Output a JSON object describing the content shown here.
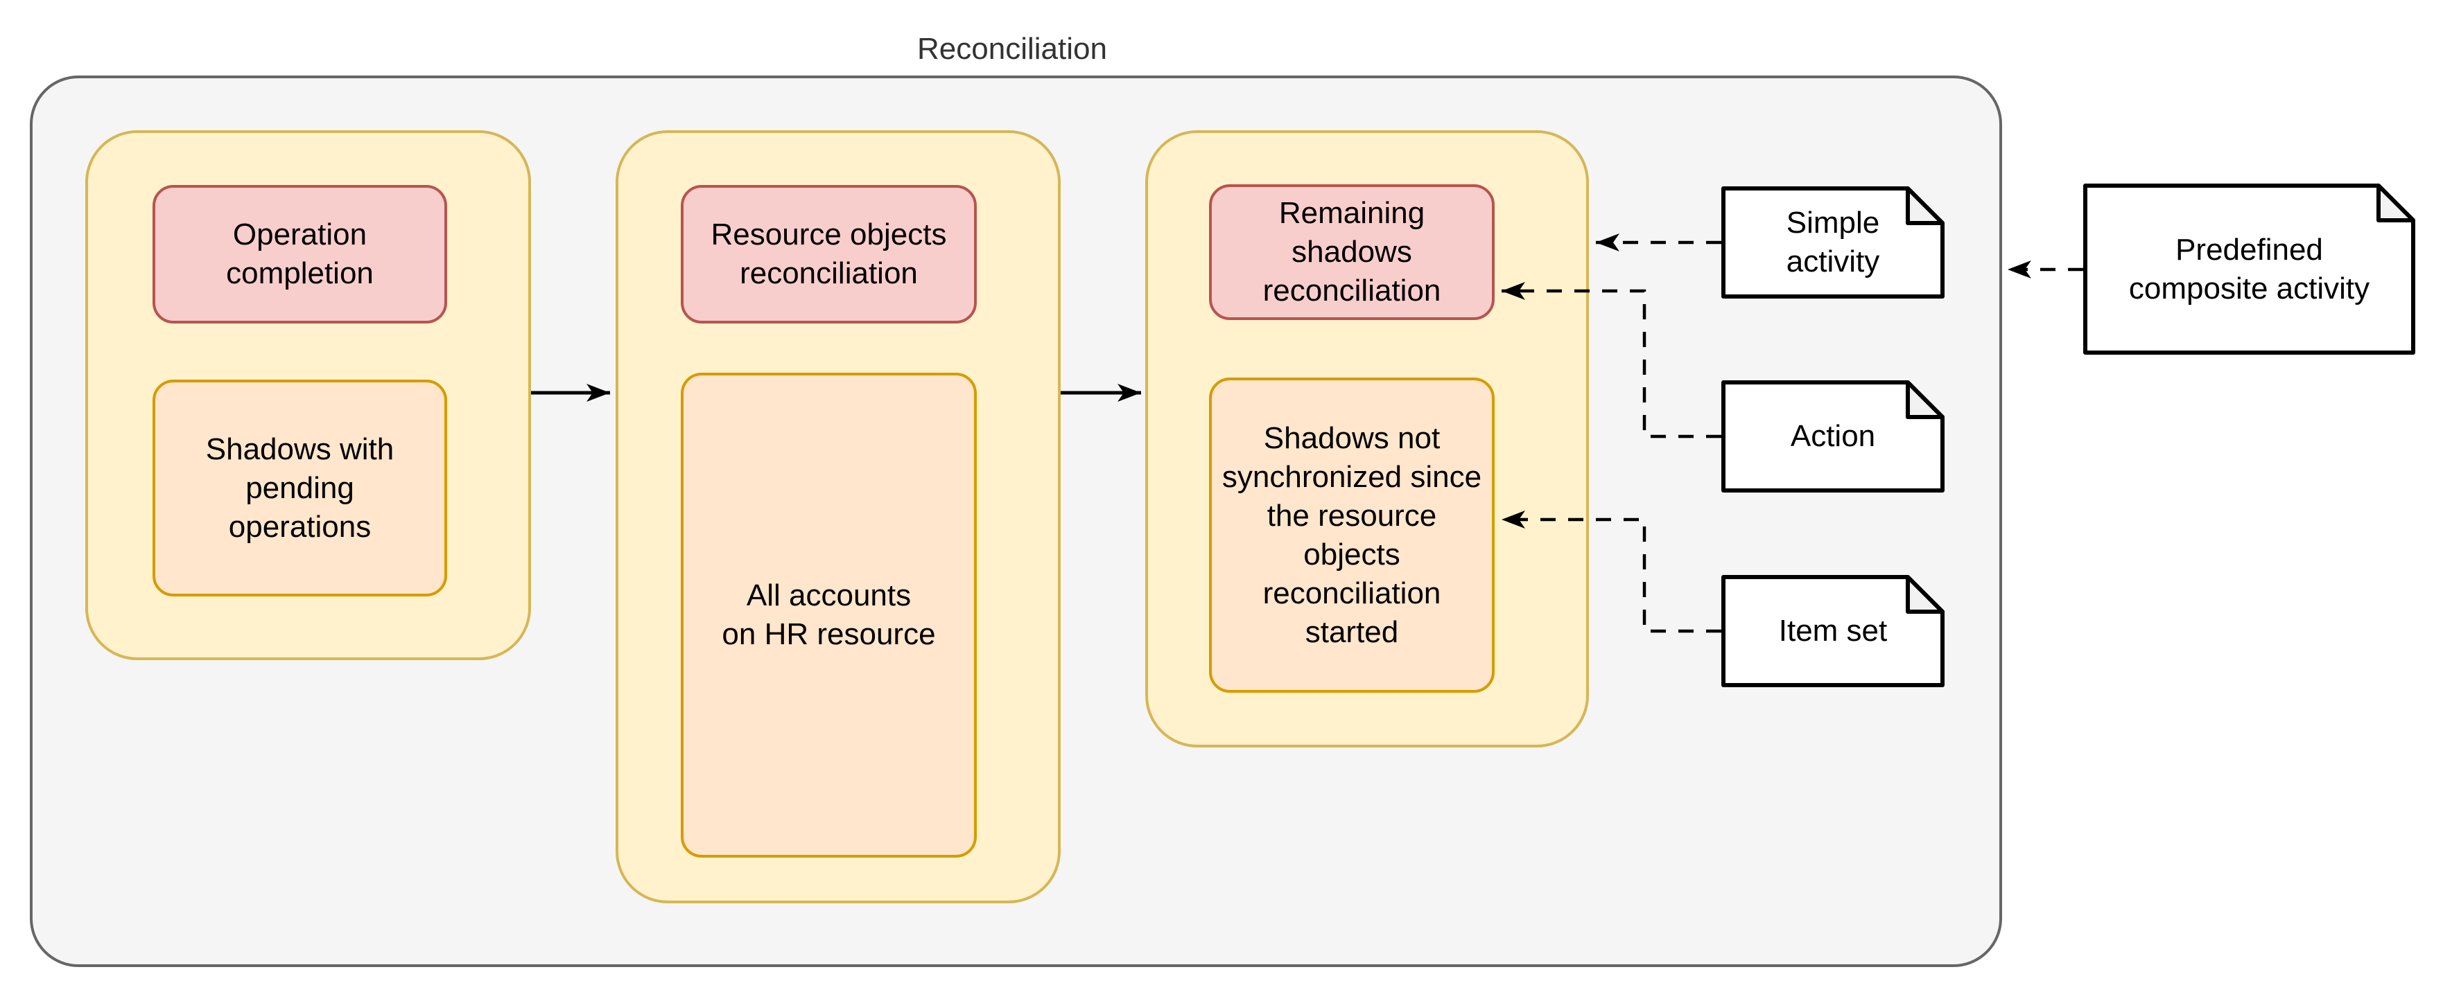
{
  "diagram": {
    "title": "Reconciliation",
    "stages": [
      {
        "activity": "Operation\ncompletion",
        "item_set": "Shadows with\npending\noperations"
      },
      {
        "activity": "Resource objects\nreconciliation",
        "item_set": "All accounts\non HR resource"
      },
      {
        "activity": "Remaining\nshadows\nreconciliation",
        "item_set": "Shadows not\nsynchronized since\nthe resource\nobjects\nreconciliation\nstarted"
      }
    ],
    "notes": [
      {
        "label": "Simple\nactivity"
      },
      {
        "label": "Action"
      },
      {
        "label": "Item set"
      },
      {
        "label": "Predefined\ncomposite activity"
      }
    ],
    "colors": {
      "canvas-bg": "#ffffff",
      "container-fill": "#f5f5f5",
      "container-stroke": "#666666",
      "stage-fill": "#fff2cc",
      "stage-stroke": "#d6b656",
      "activity-fill": "#f8cecc",
      "activity-stroke": "#b85450",
      "itemset-fill": "#ffe6cc",
      "itemset-stroke": "#d79b00",
      "note-fill": "#ffffff",
      "note-fold-fill": "#f2f2f2",
      "note-stroke": "#000000",
      "connector": "#000000",
      "title-color": "#333333",
      "label-color": "#000000"
    }
  }
}
